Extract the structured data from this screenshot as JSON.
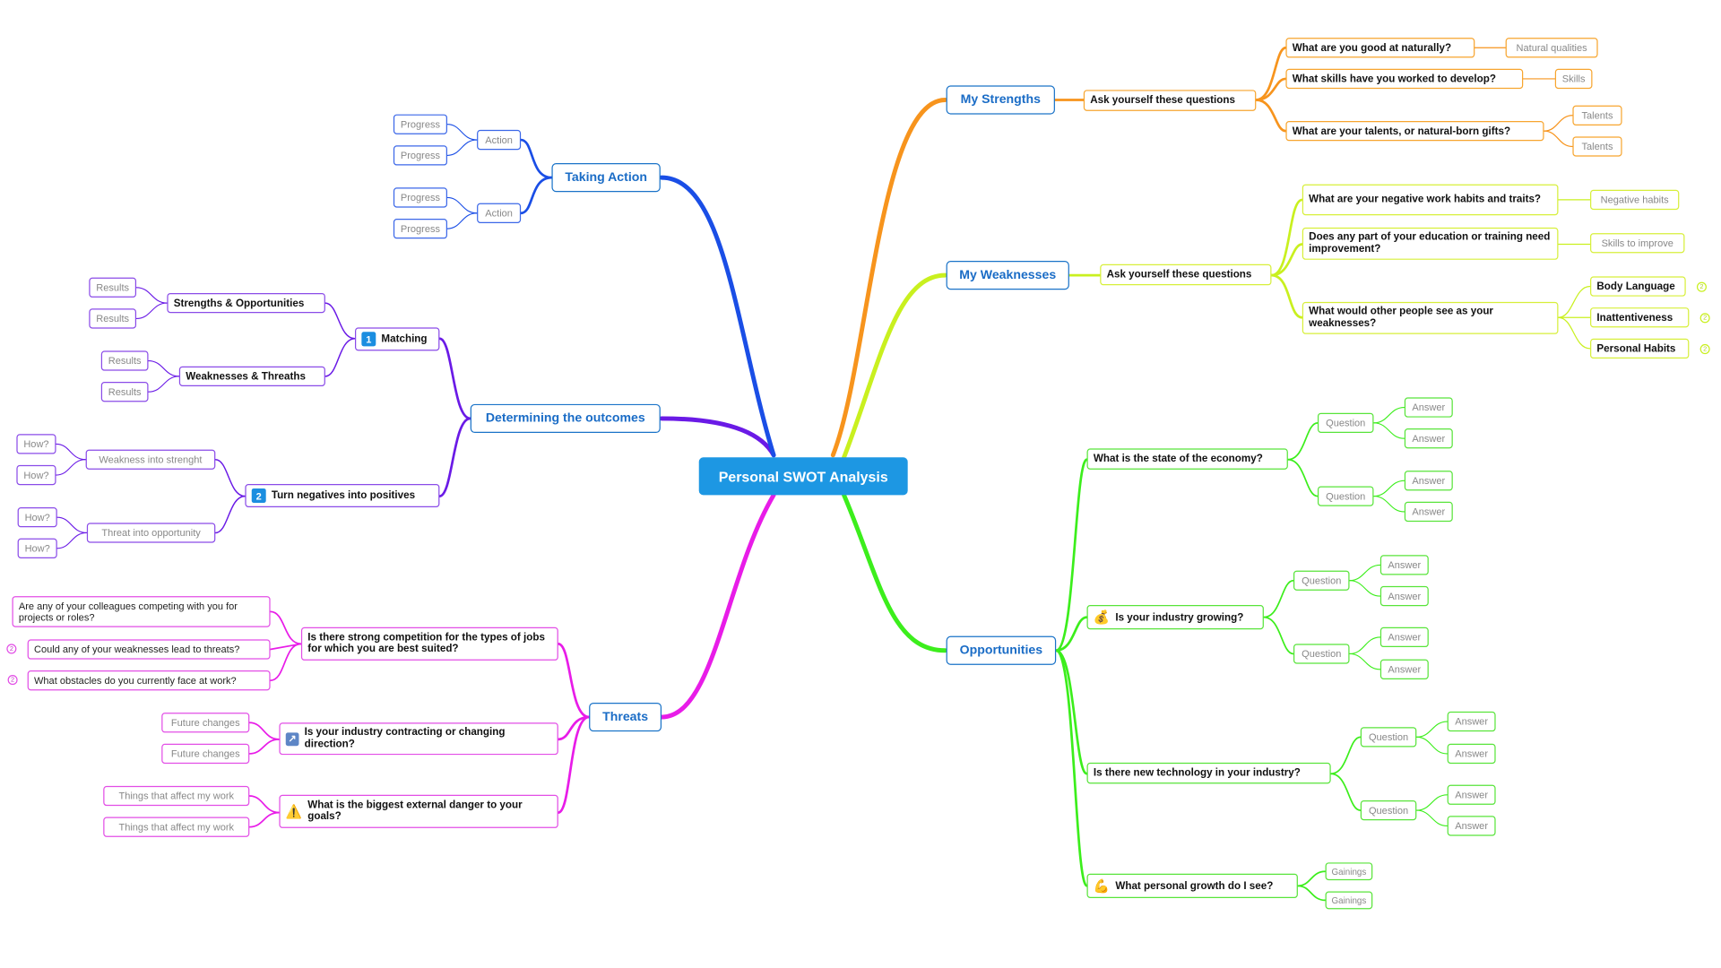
{
  "root": {
    "label": "Personal SWOT Analysis"
  },
  "colors": {
    "strengths": "#f7941d",
    "weaknesses": "#c9f01f",
    "opportunities": "#3cee1c",
    "threats": "#e81ce8",
    "outcomes": "#6a1ae6",
    "action": "#1a4ee6",
    "root": "#1d97e3"
  },
  "strengths": {
    "label": "My Strengths",
    "group": "Ask yourself these questions",
    "q1": "What are you good at naturally?",
    "q1_a": "Natural qualities",
    "q2": "What skills have you worked to develop?",
    "q2_a": "Skills",
    "q3": "What are your talents, or natural-born gifts?",
    "q3_a1": "Talents",
    "q3_a2": "Talents"
  },
  "weaknesses": {
    "label": "My Weaknesses",
    "group": "Ask yourself these questions",
    "q1": "What are your negative work habits and traits?",
    "q1_a": "Negative habits",
    "q2": "Does any part of your education or training need improvement?",
    "q2_a": "Skills to improve",
    "q3": "What would other people see as your weaknesses?",
    "q3_a1": "Body Language",
    "q3_a2": "Inattentiveness",
    "q3_a3": "Personal Habits",
    "badge": "2"
  },
  "opportunities": {
    "label": "Opportunities",
    "o1": "What is the state of the economy?",
    "o2": "Is your industry growing?",
    "o3": "Is there new technology in your industry?",
    "o4": "What personal growth do I see?",
    "question": "Question",
    "answer": "Answer",
    "gainings": "Gainings",
    "o2_icon": "money-bag-icon",
    "o4_icon": "flexed-biceps-icon"
  },
  "threats": {
    "label": "Threats",
    "t1": "Is there strong competition for the types of jobs for which you are best suited?",
    "t1_a1": "Are any of your colleagues competing with you for projects or roles?",
    "t1_a2": "Could any of your weaknesses lead to threats?",
    "t1_a3": "What obstacles do you currently face at work?",
    "t2": "Is your industry contracting or changing direction?",
    "t2_a": "Future changes",
    "t3": "What is the biggest external danger to your goals?",
    "t3_a": "Things that affect my work",
    "badge": "2",
    "t2_icon": "trend-arrow-icon",
    "t3_icon": "warning-icon"
  },
  "outcomes": {
    "label": "Determining the outcomes",
    "m_num": "1",
    "m_label": "Matching",
    "so": "Strengths & Opportunities",
    "wt": "Weaknesses & Threaths",
    "results": "Results",
    "n_num": "2",
    "n_label": "Turn negatives into positives",
    "wis": "Weakness into strenght",
    "tio": "Threat into opportunity",
    "how": "How?"
  },
  "action": {
    "label": "Taking Action",
    "action": "Action",
    "progress": "Progress"
  }
}
